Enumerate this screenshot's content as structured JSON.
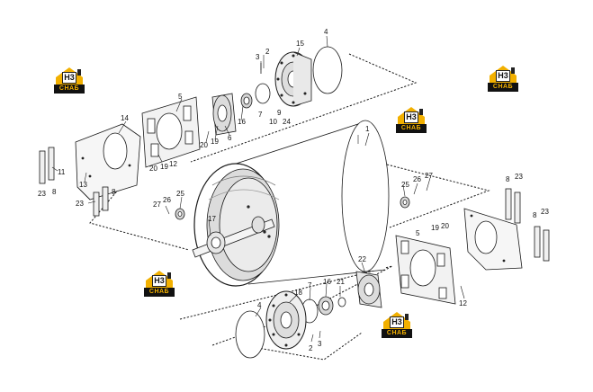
{
  "watermark": {
    "brand_text": "CHAБ",
    "mark_text": "H3",
    "color": "#f2b000"
  },
  "callouts": [
    {
      "text": "1"
    },
    {
      "text": "2"
    },
    {
      "text": "3"
    },
    {
      "text": "4"
    },
    {
      "text": "15"
    },
    {
      "text": "5"
    },
    {
      "text": "16"
    },
    {
      "text": "7"
    },
    {
      "text": "9"
    },
    {
      "text": "10"
    },
    {
      "text": "24"
    },
    {
      "text": "6"
    },
    {
      "text": "19"
    },
    {
      "text": "20"
    },
    {
      "text": "14"
    },
    {
      "text": "12"
    },
    {
      "text": "19"
    },
    {
      "text": "20"
    },
    {
      "text": "11"
    },
    {
      "text": "13"
    },
    {
      "text": "8"
    },
    {
      "text": "23"
    },
    {
      "text": "8"
    },
    {
      "text": "23"
    },
    {
      "text": "25"
    },
    {
      "text": "26"
    },
    {
      "text": "27"
    },
    {
      "text": "17"
    },
    {
      "text": "25"
    },
    {
      "text": "26"
    },
    {
      "text": "27"
    },
    {
      "text": "8"
    },
    {
      "text": "23"
    },
    {
      "text": "19"
    },
    {
      "text": "20"
    },
    {
      "text": "5"
    },
    {
      "text": "8"
    },
    {
      "text": "23"
    },
    {
      "text": "12"
    },
    {
      "text": "22"
    },
    {
      "text": "18"
    },
    {
      "text": "7"
    },
    {
      "text": "16"
    },
    {
      "text": "21"
    },
    {
      "text": "4"
    },
    {
      "text": "2"
    },
    {
      "text": "3"
    }
  ]
}
